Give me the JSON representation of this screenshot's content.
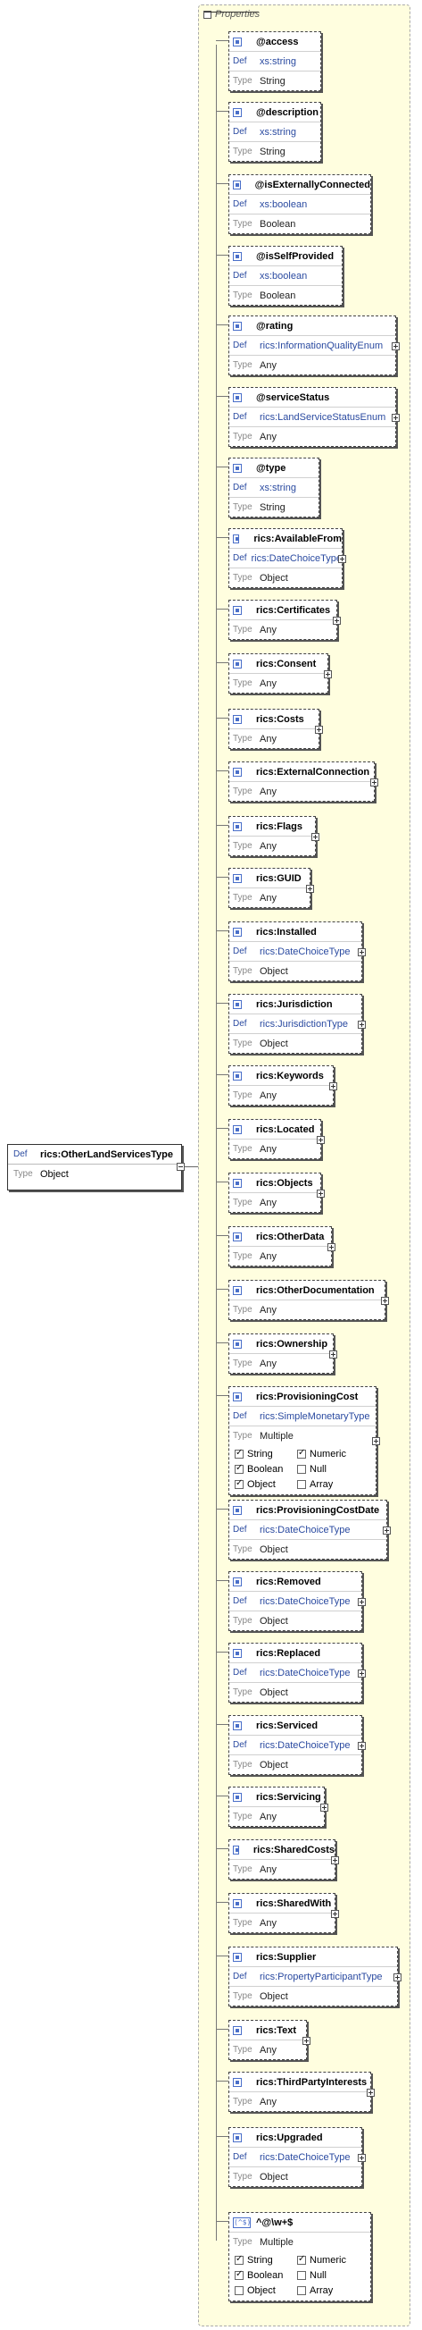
{
  "labels": {
    "def": "Def",
    "type": "Type"
  },
  "root": {
    "name": "rics:OtherLandServicesType",
    "type": "Object"
  },
  "properties_label": "Properties",
  "properties": [
    {
      "kind": "attr",
      "name": "@access",
      "def": "xs:string",
      "type": "String",
      "expand": false
    },
    {
      "kind": "attr",
      "name": "@description",
      "def": "xs:string",
      "type": "String",
      "expand": false
    },
    {
      "kind": "attr",
      "name": "@isExternallyConnected",
      "def": "xs:boolean",
      "type": "Boolean",
      "expand": false
    },
    {
      "kind": "attr",
      "name": "@isSelfProvided",
      "def": "xs:boolean",
      "type": "Boolean",
      "expand": false
    },
    {
      "kind": "attr",
      "name": "@rating",
      "def": "rics:InformationQualityEnum",
      "type": "Any",
      "expand": true
    },
    {
      "kind": "attr",
      "name": "@serviceStatus",
      "def": "rics:LandServiceStatusEnum",
      "type": "Any",
      "expand": true
    },
    {
      "kind": "attr",
      "name": "@type",
      "def": "xs:string",
      "type": "String",
      "expand": false
    },
    {
      "kind": "elem",
      "name": "rics:AvailableFrom",
      "def": "rics:DateChoiceType",
      "type": "Object",
      "expand": true
    },
    {
      "kind": "elem",
      "name": "rics:Certificates",
      "type": "Any",
      "expand": true
    },
    {
      "kind": "elem",
      "name": "rics:Consent",
      "type": "Any",
      "expand": true
    },
    {
      "kind": "elem",
      "name": "rics:Costs",
      "type": "Any",
      "expand": true
    },
    {
      "kind": "elem",
      "name": "rics:ExternalConnection",
      "type": "Any",
      "expand": true
    },
    {
      "kind": "elem",
      "name": "rics:Flags",
      "type": "Any",
      "expand": true
    },
    {
      "kind": "elem",
      "name": "rics:GUID",
      "type": "Any",
      "expand": true
    },
    {
      "kind": "elem",
      "name": "rics:Installed",
      "def": "rics:DateChoiceType",
      "type": "Object",
      "expand": true
    },
    {
      "kind": "elem",
      "name": "rics:Jurisdiction",
      "def": "rics:JurisdictionType",
      "type": "Object",
      "expand": true
    },
    {
      "kind": "elem",
      "name": "rics:Keywords",
      "type": "Any",
      "expand": true
    },
    {
      "kind": "elem",
      "name": "rics:Located",
      "type": "Any",
      "expand": true
    },
    {
      "kind": "elem",
      "name": "rics:Objects",
      "type": "Any",
      "expand": true
    },
    {
      "kind": "elem",
      "name": "rics:OtherData",
      "type": "Any",
      "expand": true
    },
    {
      "kind": "elem",
      "name": "rics:OtherDocumentation",
      "type": "Any",
      "expand": true
    },
    {
      "kind": "elem",
      "name": "rics:Ownership",
      "type": "Any",
      "expand": true
    },
    {
      "kind": "elem",
      "name": "rics:ProvisioningCost",
      "def": "rics:SimpleMonetaryType",
      "type": "Multiple",
      "expand": true,
      "checks": [
        {
          "label": "String",
          "on": true
        },
        {
          "label": "Numeric",
          "on": true
        },
        {
          "label": "Boolean",
          "on": true
        },
        {
          "label": "Null",
          "on": false
        },
        {
          "label": "Object",
          "on": true
        },
        {
          "label": "Array",
          "on": false
        }
      ]
    },
    {
      "kind": "elem",
      "name": "rics:ProvisioningCostDate",
      "def": "rics:DateChoiceType",
      "type": "Object",
      "expand": true
    },
    {
      "kind": "elem",
      "name": "rics:Removed",
      "def": "rics:DateChoiceType",
      "type": "Object",
      "expand": true
    },
    {
      "kind": "elem",
      "name": "rics:Replaced",
      "def": "rics:DateChoiceType",
      "type": "Object",
      "expand": true
    },
    {
      "kind": "elem",
      "name": "rics:Serviced",
      "def": "rics:DateChoiceType",
      "type": "Object",
      "expand": true
    },
    {
      "kind": "elem",
      "name": "rics:Servicing",
      "type": "Any",
      "expand": true
    },
    {
      "kind": "elem",
      "name": "rics:SharedCosts",
      "type": "Any",
      "expand": true
    },
    {
      "kind": "elem",
      "name": "rics:SharedWith",
      "type": "Any",
      "expand": true
    },
    {
      "kind": "elem",
      "name": "rics:Supplier",
      "def": "rics:PropertyParticipantType",
      "type": "Object",
      "expand": true
    },
    {
      "kind": "elem",
      "name": "rics:Text",
      "type": "Any",
      "expand": true
    },
    {
      "kind": "elem",
      "name": "rics:ThirdPartyInterests",
      "type": "Any",
      "expand": true
    },
    {
      "kind": "elem",
      "name": "rics:Upgraded",
      "def": "rics:DateChoiceType",
      "type": "Object",
      "expand": true
    },
    {
      "kind": "pattern",
      "icon": "(^$)",
      "name": "^@\\w+$",
      "type": "Multiple",
      "expand": false,
      "checks": [
        {
          "label": "String",
          "on": true
        },
        {
          "label": "Numeric",
          "on": true
        },
        {
          "label": "Boolean",
          "on": true
        },
        {
          "label": "Null",
          "on": false
        },
        {
          "label": "Object",
          "on": false
        },
        {
          "label": "Array",
          "on": false
        }
      ]
    }
  ]
}
